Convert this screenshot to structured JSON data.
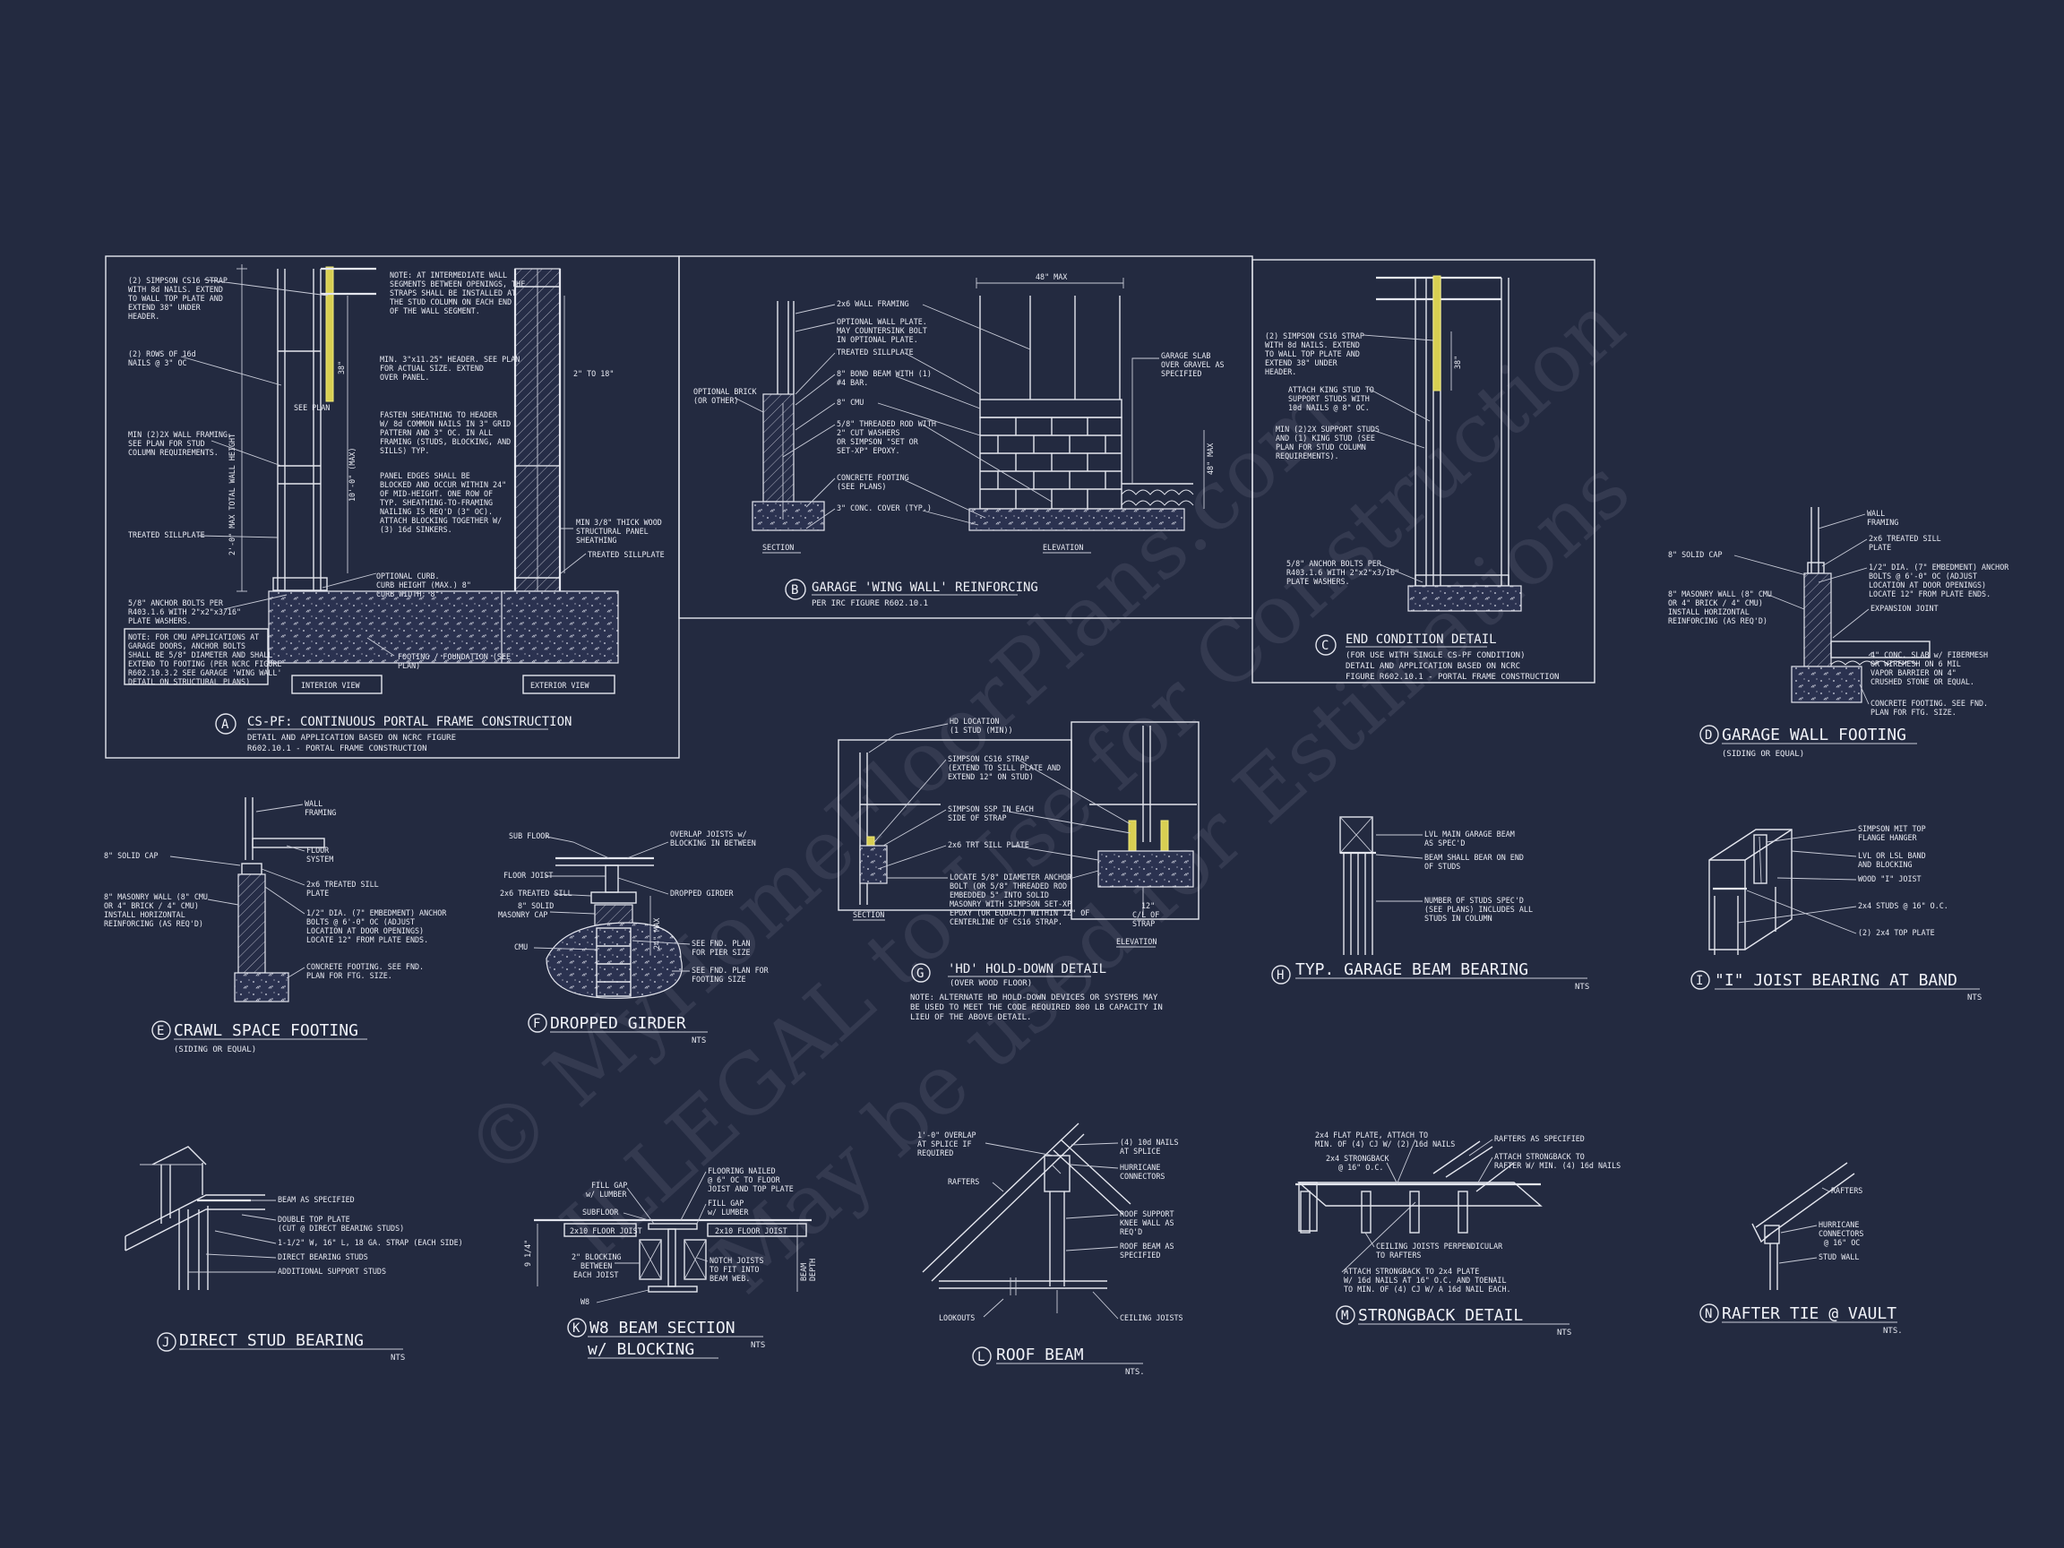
{
  "colors": {
    "background": "#232a40",
    "lines": "#e4e6ee",
    "strap": "#d8cf52"
  },
  "watermark": {
    "line1": "© MyHomeFloorPlans.com",
    "line2": "ILLEGAL to Use for Construction",
    "line3": "May be used for Estimations"
  },
  "detailA": {
    "tag": "A",
    "title": "CS-PF: CONTINUOUS PORTAL FRAME CONSTRUCTION",
    "sub1": "DETAIL AND APPLICATION BASED ON NCRC FIGURE",
    "sub2": "R602.10.1 - PORTAL FRAME CONSTRUCTION",
    "interior_view": "INTERIOR VIEW",
    "exterior_view": "EXTERIOR VIEW",
    "wall_height": "2'-0\" MAX TOTAL WALL HEIGHT",
    "dim_10ft": "10'-0\" (MAX)",
    "dim_2to18": "2\" TO 18\"",
    "dim_38": "38\"",
    "see_plan": "SEE PLAN",
    "notes_left": [
      [
        "(2) SIMPSON CS16 STRAP",
        "WITH 8d NAILS. EXTEND",
        "TO WALL TOP PLATE AND",
        "EXTEND 38\" UNDER",
        "HEADER."
      ],
      [
        "(2) ROWS OF 16d",
        "NAILS @ 3\" OC"
      ],
      [
        "MIN (2)2X WALL FRAMING.",
        "SEE PLAN FOR STUD",
        "COLUMN REQUIREMENTS."
      ],
      [
        "TREATED SILLPLATE"
      ],
      [
        "5/8\" ANCHOR BOLTS PER",
        "R403.1.6 WITH 2\"x2\"x3/16\"",
        "PLATE WASHERS."
      ]
    ],
    "box_note": [
      "NOTE: FOR CMU APPLICATIONS AT",
      "GARAGE DOORS, ANCHOR BOLTS",
      "SHALL BE 5/8\" DIAMETER AND SHALL",
      "EXTEND TO FOOTING (PER NCRC FIGURE",
      "R602.10.3.2 SEE GARAGE 'WING WALL'",
      "DETAIL ON STRUCTURAL PLANS)"
    ],
    "notes_right": [
      [
        "NOTE: AT INTERMEDIATE WALL",
        "SEGMENTS BETWEEN OPENINGS, THE",
        "STRAPS SHALL BE INSTALLED AT",
        "THE STUD COLUMN ON EACH END",
        "OF THE WALL SEGMENT."
      ],
      [
        "MIN. 3\"x11.25\" HEADER. SEE PLAN",
        "FOR ACTUAL SIZE. EXTEND",
        "OVER PANEL."
      ],
      [
        "FASTEN SHEATHING TO HEADER",
        "W/ 8d COMMON NAILS IN 3\" GRID",
        "PATTERN AND 3\" OC. IN ALL",
        "FRAMING (STUDS, BLOCKING, AND",
        "SILLS) TYP."
      ],
      [
        "PANEL EDGES SHALL BE",
        "BLOCKED AND OCCUR WITHIN 24\"",
        "OF MID-HEIGHT. ONE ROW OF",
        "TYP. SHEATHING-TO-FRAMING",
        "NAILING IS REQ'D (3\" OC).",
        "ATTACH BLOCKING TOGETHER W/",
        "(3) 16d SINKERS."
      ],
      [
        "OPTIONAL CURB.",
        "CURB HEIGHT (MAX.) 8\"",
        "CURB WIDTH: 8\""
      ],
      [
        "FOOTING / FOUNDATION (SEE",
        "PLAN)"
      ]
    ],
    "ext_notes": [
      [
        "MIN 3/8\" THICK WOOD",
        "STRUCTURAL PANEL",
        "SHEATHING"
      ],
      [
        "TREATED SILLPLATE"
      ]
    ]
  },
  "detailB": {
    "tag": "B",
    "title": "GARAGE 'WING WALL' REINFORCING",
    "sub": "PER IRC FIGURE R602.10.1",
    "section": "SECTION",
    "elevation": "ELEVATION",
    "dim_48max": "48\" MAX",
    "dim_48max_v": "48\" MAX",
    "optional_brick": [
      "OPTIONAL BRICK",
      "(OR OTHER)"
    ],
    "notes": [
      [
        "2x6 WALL FRAMING"
      ],
      [
        "OPTIONAL WALL PLATE.",
        "MAY COUNTERSINK BOLT",
        "IN OPTIONAL PLATE."
      ],
      [
        "TREATED SILLPLATE"
      ],
      [
        "8\" BOND BEAM WITH (1)",
        "#4 BAR."
      ],
      [
        "8\" CMU"
      ],
      [
        "5/8\" THREADED ROD WITH",
        "2\" CUT WASHERS",
        "OR SIMPSON \"SET OR",
        "SET-XP\" EPOXY."
      ],
      [
        "CONCRETE FOOTING",
        "(SEE PLANS)"
      ],
      [
        "3\" CONC. COVER (TYP.)"
      ]
    ],
    "slab_note": [
      "GARAGE SLAB",
      "OVER GRAVEL AS",
      "SPECIFIED"
    ]
  },
  "detailC": {
    "tag": "C",
    "title": "END CONDITION DETAIL",
    "sub1": "(FOR USE WITH SINGLE CS-PF CONDITION)",
    "sub2": "DETAIL AND APPLICATION BASED ON NCRC",
    "sub3": "FIGURE R602.10.1 - PORTAL FRAME CONSTRUCTION",
    "dim_38": "38\"",
    "notes": [
      [
        "(2) SIMPSON CS16 STRAP",
        "WITH 8d NAILS. EXTEND",
        "TO WALL TOP PLATE AND",
        "EXTEND 38\" UNDER",
        "HEADER."
      ],
      [
        "ATTACH KING STUD TO",
        "SUPPORT STUDS WITH",
        "10d NAILS @ 8\" OC."
      ],
      [
        "MIN (2)2X SUPPORT STUDS",
        "AND (1) KING STUD (SEE",
        "PLAN FOR STUD COLUMN",
        "REQUIREMENTS)."
      ],
      [
        "5/8\" ANCHOR BOLTS PER",
        "R403.1.6 WITH 2\"x2\"x3/16\"",
        "PLATE WASHERS."
      ]
    ]
  },
  "detailD": {
    "tag": "D",
    "title": "GARAGE WALL FOOTING",
    "sub": "(SIDING OR EQUAL)",
    "notes_right": [
      [
        "WALL",
        "FRAMING"
      ],
      [
        "2x6 TREATED SILL",
        "PLATE"
      ],
      [
        "1/2\" DIA. (7\" EMBEDMENT) ANCHOR",
        "BOLTS @ 6'-0\" OC (ADJUST",
        "LOCATION AT DOOR OPENINGS)",
        "LOCATE 12\" FROM PLATE ENDS."
      ],
      [
        "EXPANSION JOINT"
      ],
      [
        "4\" CONC. SLAB w/ FIBERMESH",
        "OR WIREMESH ON 6 MIL",
        "VAPOR BARRIER ON 4\"",
        "CRUSHED STONE OR EQUAL."
      ],
      [
        "CONCRETE FOOTING. SEE FND.",
        "PLAN FOR FTG. SIZE."
      ]
    ],
    "notes_left": [
      [
        "8\" SOLID CAP"
      ],
      [
        "8\" MASONRY WALL (8\" CMU",
        "OR 4\" BRICK / 4\" CMU)",
        "INSTALL HORIZONTAL",
        "REINFORCING (AS REQ'D)"
      ]
    ]
  },
  "detailE": {
    "tag": "E",
    "title": "CRAWL SPACE FOOTING",
    "sub": "(SIDING OR EQUAL)",
    "notes_right": [
      [
        "WALL",
        "FRAMING"
      ],
      [
        "FLOOR",
        "SYSTEM"
      ],
      [
        "2x6 TREATED SILL",
        "PLATE"
      ],
      [
        "1/2\" DIA. (7\" EMBEDMENT) ANCHOR",
        "BOLTS @ 6'-0\" OC (ADJUST",
        "LOCATION AT DOOR OPENINGS)",
        "LOCATE 12\" FROM PLATE ENDS."
      ],
      [
        "CONCRETE FOOTING. SEE FND.",
        "PLAN FOR FTG. SIZE."
      ]
    ],
    "notes_left": [
      [
        "8\" SOLID CAP"
      ],
      [
        "8\" MASONRY WALL (8\" CMU",
        "OR 4\" BRICK / 4\" CMU)",
        "INSTALL HORIZONTAL",
        "REINFORCING (AS REQ'D)"
      ]
    ]
  },
  "detailF": {
    "tag": "F",
    "title": "DROPPED GIRDER",
    "nts": "NTS",
    "notes_left": [
      [
        "SUB FLOOR"
      ],
      [
        "FLOOR JOIST"
      ],
      [
        "2x6 TREATED SILL"
      ],
      [
        "8\" SOLID",
        "MASONRY CAP"
      ],
      [
        "CMU"
      ]
    ],
    "notes_right": [
      [
        "OVERLAP JOISTS w/",
        "BLOCKING IN BETWEEN"
      ],
      [
        "DROPPED GIRDER"
      ],
      [
        "SEE FND. PLAN",
        "FOR PIER SIZE"
      ],
      [
        "SEE FND. PLAN FOR",
        "FOOTING SIZE"
      ]
    ],
    "dim_24max": "24\" MAX"
  },
  "detailG": {
    "tag": "G",
    "title": "'HD' HOLD-DOWN DETAIL",
    "sub": "(OVER WOOD FLOOR)",
    "note": [
      "NOTE: ALTERNATE HD HOLD-DOWN DEVICES OR SYSTEMS MAY",
      "BE USED TO MEET THE CODE REQUIRED 800 LB CAPACITY IN",
      "LIEU OF THE ABOVE DETAIL."
    ],
    "section": "SECTION",
    "elevation": "ELEVATION",
    "strap_label": [
      "C/L OF",
      "STRAP"
    ],
    "dim_12": "12\"",
    "notes": [
      [
        "HD LOCATION",
        "(1 STUD (MIN))"
      ],
      [
        "SIMPSON CS16 STRAP",
        "(EXTEND TO SILL PLATE AND",
        "EXTEND 12\" ON STUD)"
      ],
      [
        "SIMPSON SSP IN EACH",
        "SIDE OF STRAP"
      ],
      [
        "2x6 TRT SILL PLATE"
      ],
      [
        "LOCATE 5/8\" DIAMETER ANCHOR",
        "BOLT (OR 5/8\" THREADED ROD",
        "EMBEDDED 5\" INTO SOLID",
        "MASONRY WITH SIMPSON SET-XP",
        "EPOXY (OR EQUAL)) WITHIN 12\" OF",
        "CENTERLINE OF CS16 STRAP."
      ]
    ]
  },
  "detailH": {
    "tag": "H",
    "title": "TYP. GARAGE BEAM BEARING",
    "nts": "NTS",
    "notes": [
      [
        "LVL MAIN GARAGE BEAM",
        "AS SPEC'D"
      ],
      [
        "BEAM SHALL BEAR ON END",
        "OF STUDS"
      ],
      [
        "NUMBER OF STUDS SPEC'D",
        "(SEE PLANS) INCLUDES ALL",
        "STUDS IN COLUMN"
      ]
    ]
  },
  "detailI": {
    "tag": "I",
    "title": "\"I\" JOIST BEARING AT BAND",
    "nts": "NTS",
    "notes": [
      [
        "SIMPSON MIT TOP",
        "FLANGE HANGER"
      ],
      [
        "LVL OR LSL BAND",
        "AND BLOCKING"
      ],
      [
        "WOOD \"I\" JOIST"
      ],
      [
        "2x4 STUDS @ 16\" O.C."
      ],
      [
        "(2) 2x4 TOP PLATE"
      ]
    ]
  },
  "detailJ": {
    "tag": "J",
    "title": "DIRECT STUD BEARING",
    "nts": "NTS",
    "notes": [
      [
        "BEAM AS SPECIFIED"
      ],
      [
        "DOUBLE TOP PLATE",
        "(CUT @ DIRECT BEARING STUDS)"
      ],
      [
        "1-1/2\" W, 16\" L, 18 GA. STRAP (EACH SIDE)"
      ],
      [
        "DIRECT BEARING STUDS"
      ],
      [
        "ADDITIONAL SUPPORT STUDS"
      ]
    ]
  },
  "detailK": {
    "tag": "K",
    "title1": "W8 BEAM SECTION",
    "title2": "w/ BLOCKING",
    "nts": "NTS",
    "joist_left": "2x10 FLOOR JOIST",
    "joist_right": "2x10 FLOOR JOIST",
    "dim_914": "9 1/4\"",
    "beam_depth": [
      "BEAM",
      "DEPTH"
    ],
    "notes_left": [
      [
        "FILL GAP",
        "w/ LUMBER"
      ],
      [
        "SUBFLOOR"
      ],
      [
        "2\" BLOCKING",
        "BETWEEN",
        "EACH JOIST"
      ],
      [
        "W8"
      ]
    ],
    "notes_right": [
      [
        "FLOORING NAILED",
        "@ 6\" OC TO FLOOR",
        "JOIST AND TOP PLATE"
      ],
      [
        "FILL GAP",
        "w/ LUMBER"
      ],
      [
        "NOTCH JOISTS",
        "TO FIT INTO",
        "BEAM WEB."
      ]
    ]
  },
  "detailL": {
    "tag": "L",
    "title": "ROOF BEAM",
    "nts": "NTS.",
    "notes_left": [
      [
        "1'-0\" OVERLAP",
        "AT SPLICE IF",
        "REQUIRED"
      ],
      [
        "RAFTERS"
      ],
      [
        "LOOKOUTS"
      ]
    ],
    "notes_right": [
      [
        "(4) 10d NAILS",
        "AT SPLICE"
      ],
      [
        "HURRICANE",
        "CONNECTORS"
      ],
      [
        "ROOF SUPPORT",
        "KNEE WALL AS",
        "REQ'D"
      ],
      [
        "ROOF BEAM AS",
        "SPECIFIED"
      ],
      [
        "CEILING JOISTS"
      ]
    ]
  },
  "detailM": {
    "tag": "M",
    "title": "STRONGBACK DETAIL",
    "nts": "NTS",
    "notes_top": [
      [
        "2x4 FLAT PLATE, ATTACH TO",
        "MIN. OF (4) CJ W/ (2) 16d NAILS"
      ],
      [
        "2x4 STRONGBACK",
        "@ 16\" O.C."
      ]
    ],
    "notes_right": [
      [
        "RAFTERS AS SPECIFIED"
      ],
      [
        "ATTACH STRONGBACK TO",
        "RAFTER W/ MIN. (4) 16d NAILS"
      ]
    ],
    "notes_bottom": [
      [
        "CEILING JOISTS PERPENDICULAR",
        "TO RAFTERS"
      ],
      [
        "ATTACH STRONGBACK TO 2x4 PLATE",
        "W/ 16d NAILS AT 16\" O.C. AND TOENAIL",
        "TO MIN. OF (4) CJ W/ A 16d NAIL EACH."
      ]
    ]
  },
  "detailN": {
    "tag": "N",
    "title": "RAFTER TIE @ VAULT",
    "nts": "NTS.",
    "notes": [
      [
        "RAFTERS"
      ],
      [
        "HURRICANE",
        "CONNECTORS",
        "@ 16\" OC"
      ],
      [
        "STUD WALL"
      ]
    ]
  }
}
